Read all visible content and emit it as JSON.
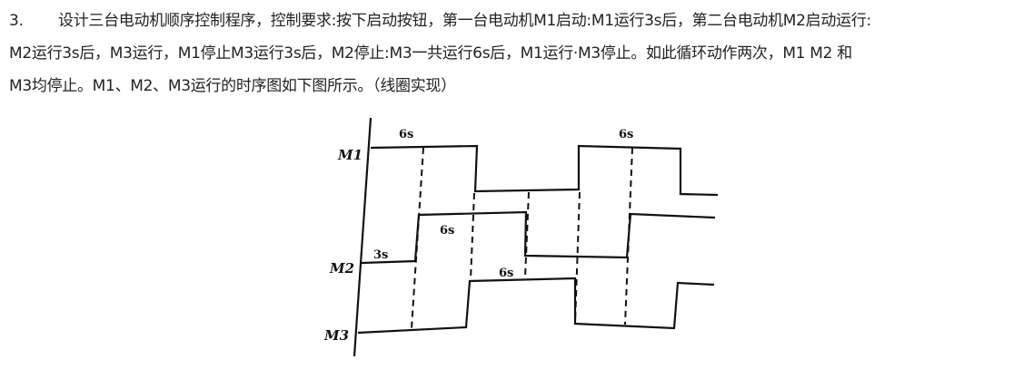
{
  "question": {
    "number": "3.",
    "line1": "设计三台电动机顺序控制程序，控制要求:按下启动按钮，第一台电动机M1启动:M1运行3s后，第二台电动机M2启动运行:",
    "line2": "M2运行3s后，M3运行，M1停止M3运行3s后，M2停止:M3一共运行6s后，M1运行·M3停止。如此循环动作两次，M1 M2  和",
    "line3": "M3均停止。M1、M2、M3运行的时序图如下图所示。（线圈实现）"
  },
  "diagram": {
    "signals": [
      "M1",
      "M2",
      "M3"
    ],
    "annotations": [
      "6s",
      "6s",
      "3s",
      "6s",
      "6s"
    ]
  }
}
